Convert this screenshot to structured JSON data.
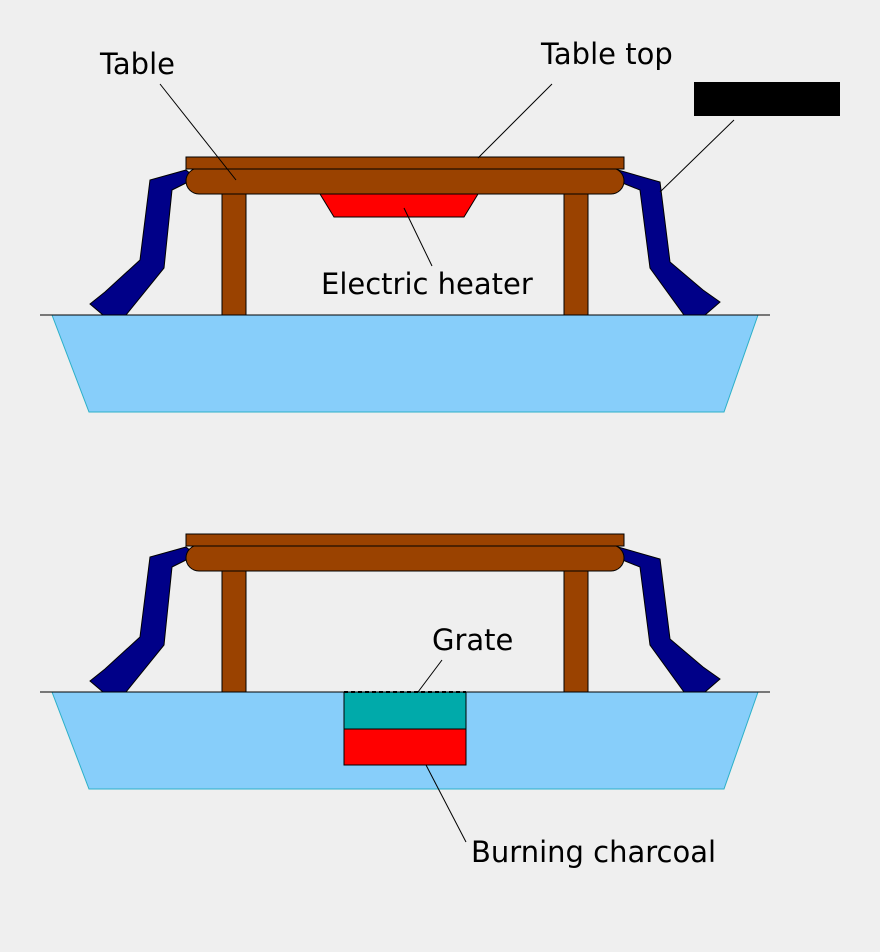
{
  "labels": {
    "table": "Table",
    "table_top": "Table top",
    "electric_heater": "Electric heater",
    "grate": "Grate",
    "burning_charcoal": "Burning charcoal"
  },
  "colors": {
    "background": "#efefef",
    "table_wood": "#9a4200",
    "futon": "#000088",
    "floor_pit": "#87cefa",
    "floor_pit_edge": "#2cb0c8",
    "heater": "#ff0000",
    "grate": "#00aaaa",
    "charcoal": "#ff0000",
    "redaction_box": "#000000"
  }
}
